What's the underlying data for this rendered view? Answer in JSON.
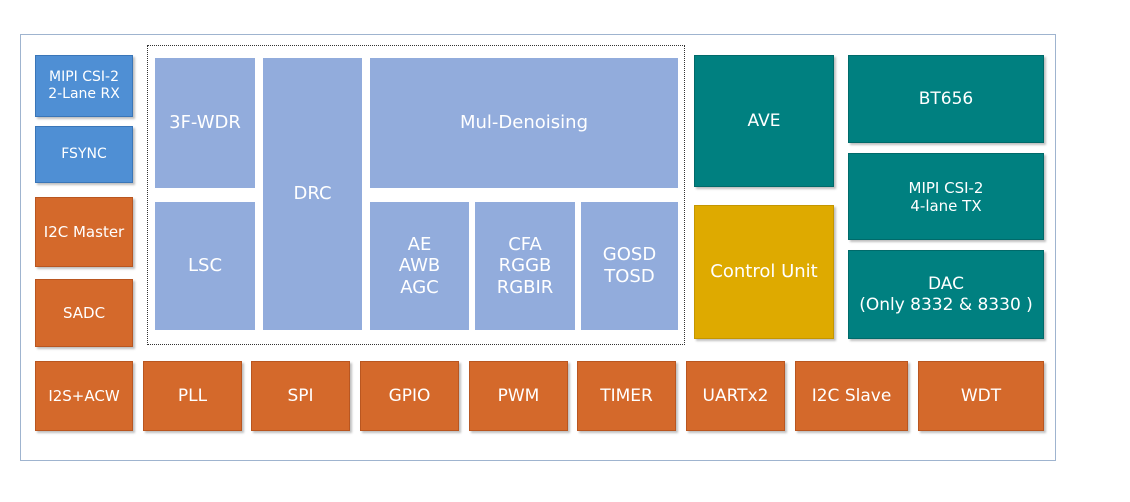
{
  "left_column": [
    "MIPI CSI-2\n2-Lane RX",
    "FSYNC",
    "I2C Master",
    "SADC"
  ],
  "isp": {
    "wdr": "3F-WDR",
    "lsc": "LSC",
    "drc": "DRC",
    "denoise": "Mul-Denoising",
    "ae": "AE\nAWB\nAGC",
    "cfa": "CFA\nRGGB\nRGBIR",
    "osd": "GOSD\nTOSD"
  },
  "middle_right": {
    "ave": "AVE",
    "control": "Control Unit"
  },
  "right_column": [
    "BT656",
    "MIPI CSI-2\n4-lane TX",
    "DAC\n(Only 8332 & 8330 )"
  ],
  "bottom_row": [
    "I2S+ACW",
    "PLL",
    "SPI",
    "GPIO",
    "PWM",
    "TIMER",
    "UARTx2",
    "I2C Slave",
    "WDT"
  ],
  "colors": {
    "blue": "#4f8fd4",
    "lavender": "#92acdc",
    "teal": "#008080",
    "gold": "#deaa00",
    "orange": "#d4692b"
  }
}
